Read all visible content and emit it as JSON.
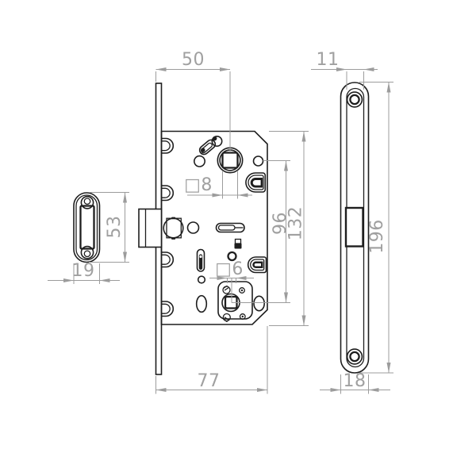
{
  "drawing": {
    "type": "technical-drawing",
    "colors": {
      "outline": "#1e1e1e",
      "dimension": "#9c9c9c",
      "background": "#ffffff"
    },
    "dims": {
      "backset": "50",
      "plate_inner_width": "11",
      "keeper_height": "53",
      "keeper_width": "19",
      "hub_spacing": "96",
      "body_height": "132",
      "plate_height": "196",
      "body_depth": "77",
      "plate_width": "18",
      "handle_square": "□8",
      "wc_square": "□6"
    }
  }
}
